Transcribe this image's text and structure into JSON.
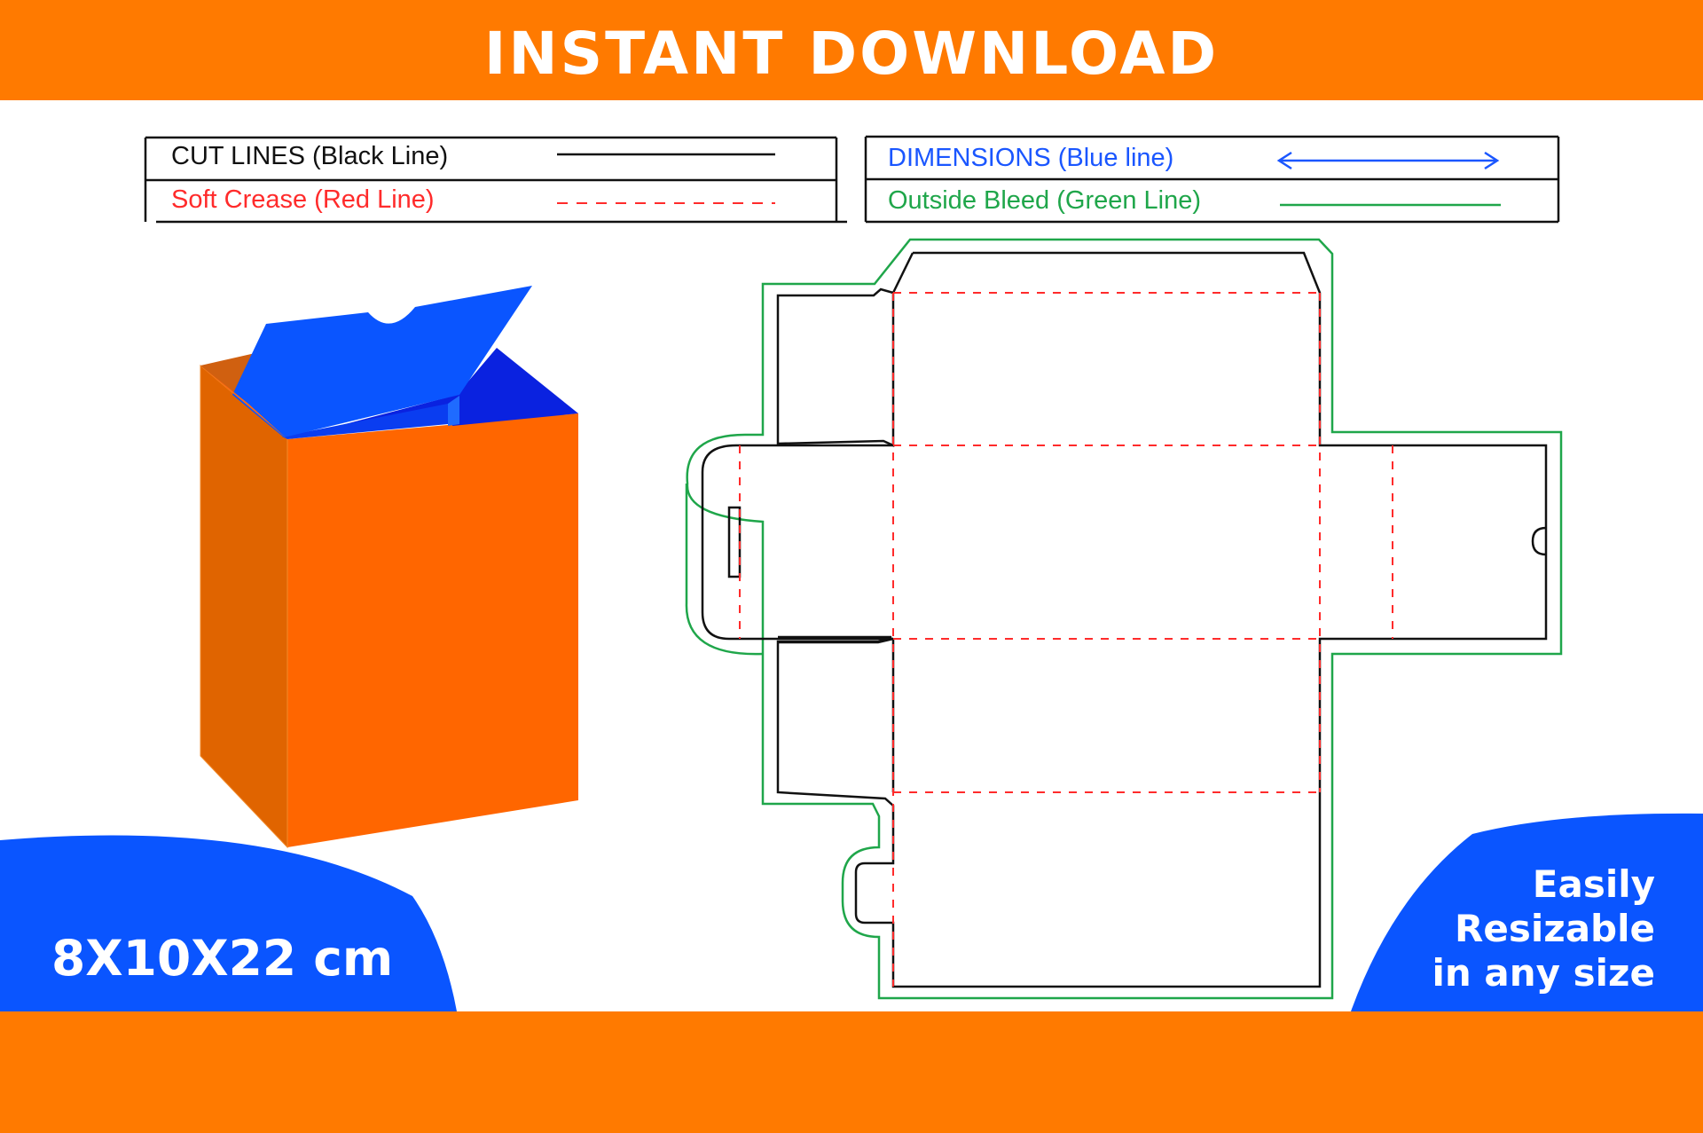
{
  "banner": {
    "title": "INSTANT DOWNLOAD"
  },
  "legend": {
    "cut_lines": "CUT LINES (Black Line)",
    "soft_crease": "Soft Crease (Red Line)",
    "dimensions": "DIMENSIONS (Blue line)",
    "outside_bleed": "Outside Bleed (Green Line)"
  },
  "box": {
    "dimensions": "8X10X22 cm"
  },
  "badge": {
    "line1": "Easily",
    "line2": "Resizable",
    "line3": "in any size"
  },
  "colors": {
    "orange_banner": "#ff7a00",
    "box_front": "#ff6600",
    "box_side": "#e06400",
    "blue": "#0a55ff",
    "cut": "#111111",
    "crease": "#ff2b2b",
    "bleed": "#1fa64a",
    "dimension": "#1a56ff"
  }
}
